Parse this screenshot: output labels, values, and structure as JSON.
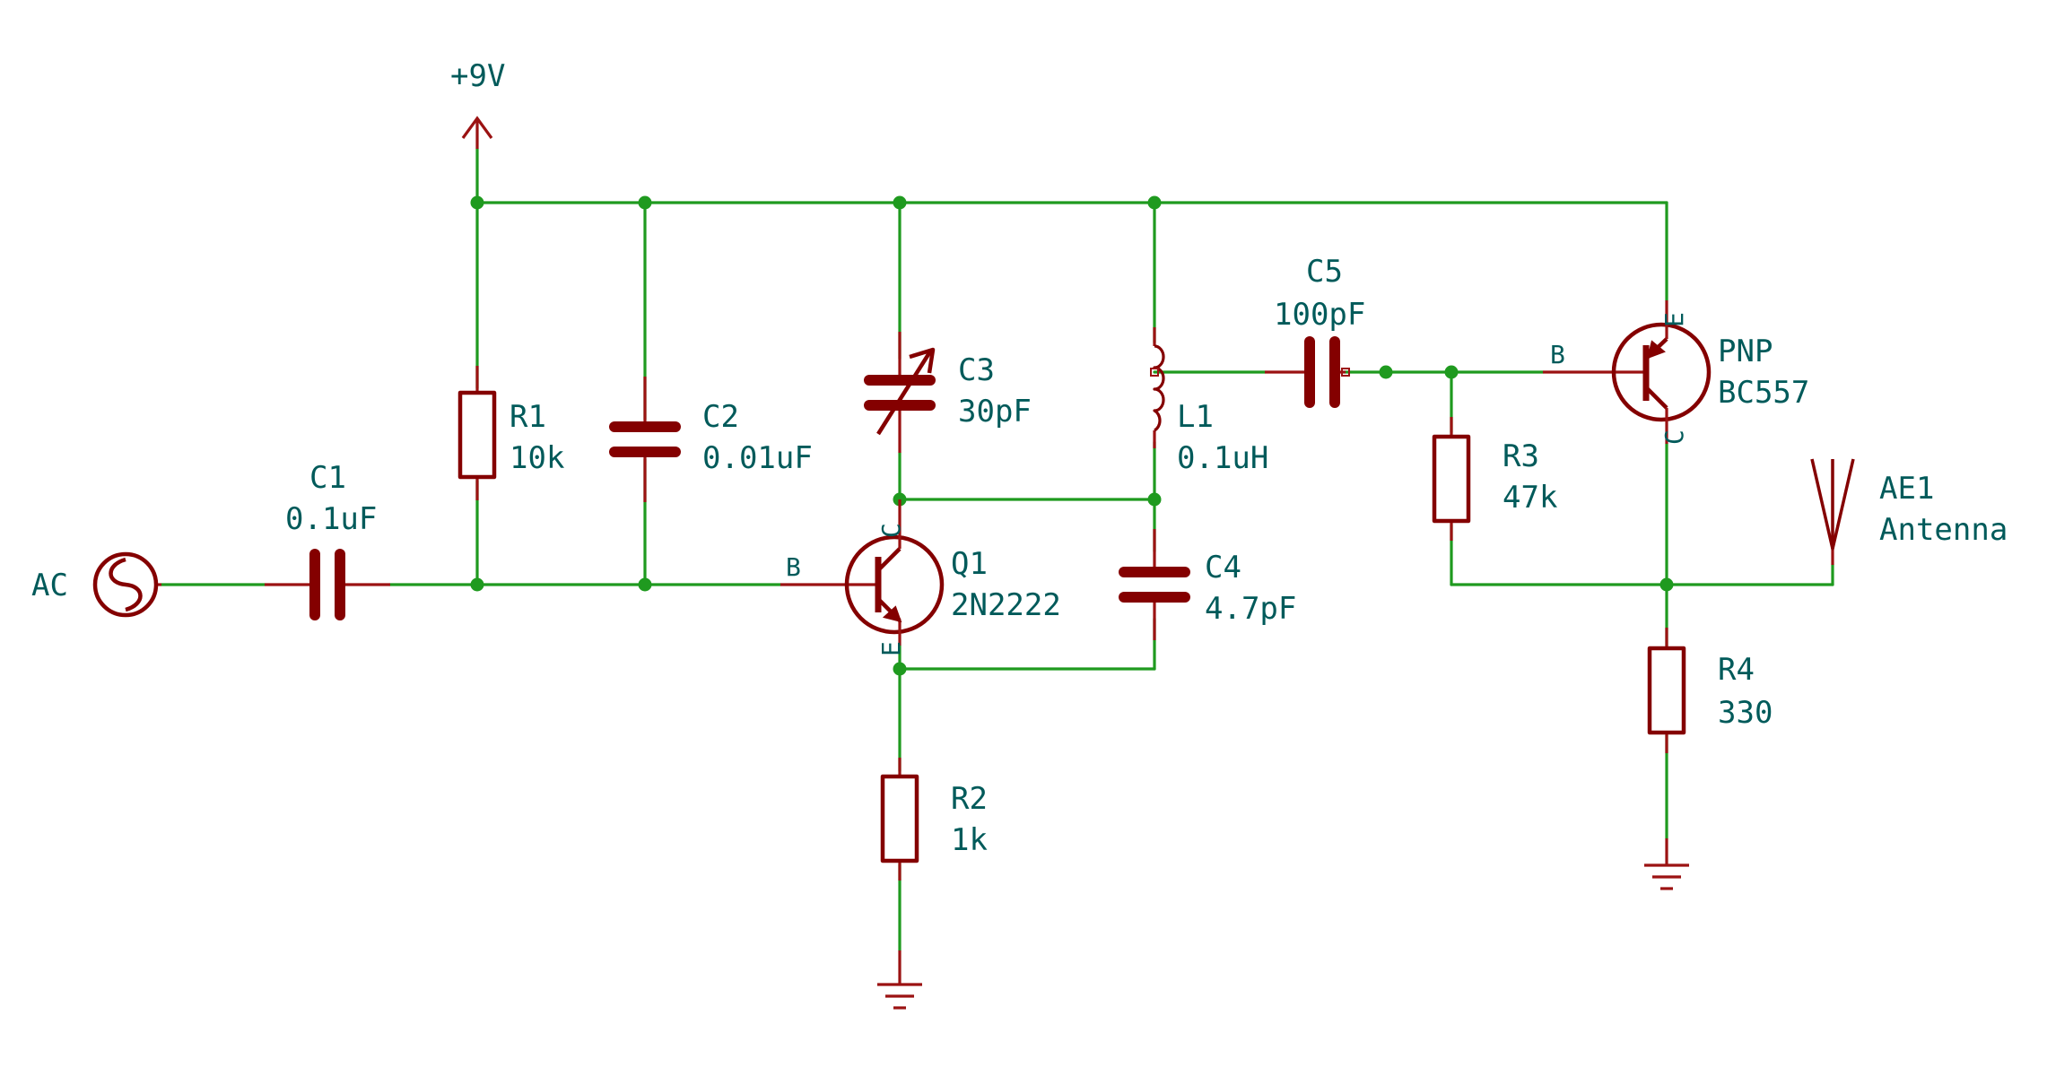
{
  "schematic": {
    "power": {
      "net": "+9V"
    },
    "source": {
      "label": "AC"
    },
    "components": {
      "C1": {
        "ref": "C1",
        "value": "0.1uF"
      },
      "R1": {
        "ref": "R1",
        "value": "10k"
      },
      "C2": {
        "ref": "C2",
        "value": "0.01uF"
      },
      "C3": {
        "ref": "C3",
        "value": "30pF"
      },
      "L1": {
        "ref": "L1",
        "value": "0.1uH"
      },
      "C5": {
        "ref": "C5",
        "value": "100pF"
      },
      "Q2": {
        "ref": "PNP",
        "value": "BC557"
      },
      "Q1": {
        "ref": "Q1",
        "value": "2N2222"
      },
      "C4": {
        "ref": "C4",
        "value": "4.7pF"
      },
      "R2": {
        "ref": "R2",
        "value": "1k"
      },
      "R3": {
        "ref": "R3",
        "value": "47k"
      },
      "R4": {
        "ref": "R4",
        "value": "330"
      },
      "AE1": {
        "ref": "AE1",
        "value": "Antenna"
      }
    },
    "pins": {
      "q1_base": "B",
      "q1_collector": "C",
      "q1_emitter": "E",
      "q2_base": "B",
      "q2_collector": "C",
      "q2_emitter": "E"
    }
  }
}
